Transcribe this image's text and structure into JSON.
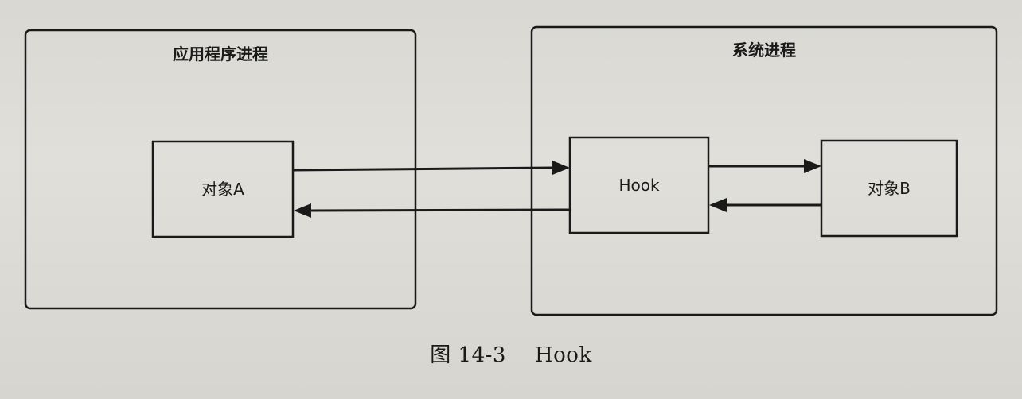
{
  "diagram": {
    "containers": {
      "app_process": {
        "title": "应用程序进程"
      },
      "system_process": {
        "title": "系统进程"
      }
    },
    "nodes": {
      "object_a": {
        "label": "对象A"
      },
      "hook": {
        "label": "Hook"
      },
      "object_b": {
        "label": "对象B"
      }
    },
    "edges": [
      {
        "from": "object_a",
        "to": "hook"
      },
      {
        "from": "hook",
        "to": "object_a"
      },
      {
        "from": "hook",
        "to": "object_b"
      },
      {
        "from": "object_b",
        "to": "hook"
      }
    ]
  },
  "caption": {
    "figure_number": "图 14-3",
    "title": "Hook"
  }
}
